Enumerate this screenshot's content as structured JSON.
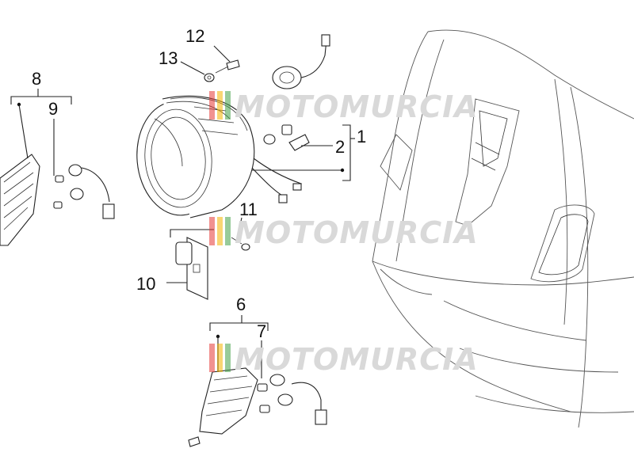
{
  "callouts": {
    "n1": "1",
    "n2": "2",
    "n6": "6",
    "n7": "7",
    "n8": "8",
    "n9": "9",
    "n10": "10",
    "n11": "11",
    "n12": "12",
    "n13": "13"
  },
  "watermark": {
    "text": "MOTOMURCIA",
    "colors": [
      "#e53935",
      "#f4b400",
      "#43a047"
    ]
  }
}
